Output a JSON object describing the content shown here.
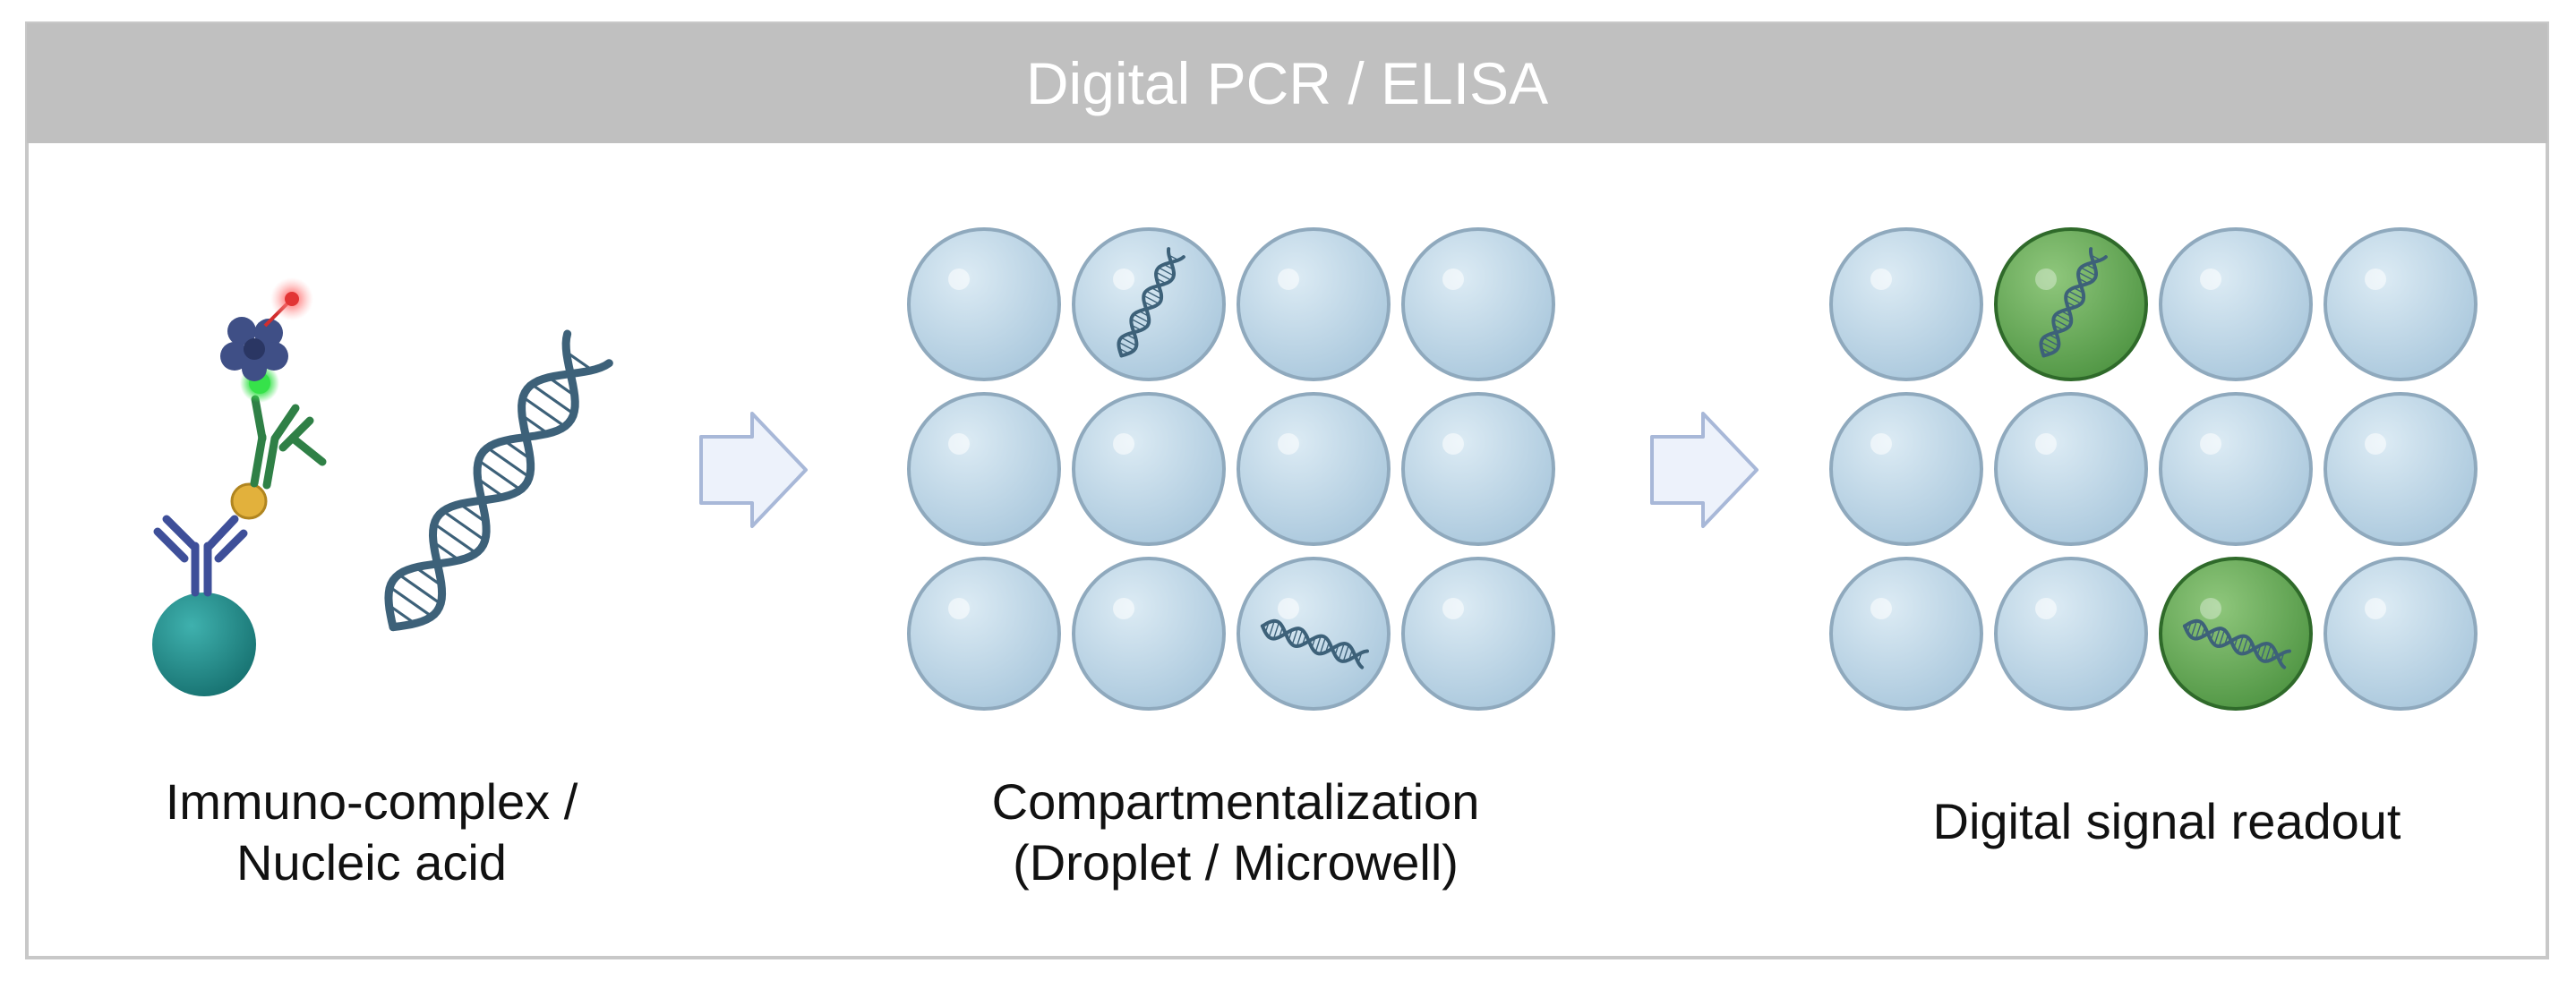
{
  "header": {
    "title": "Digital PCR / ELISA"
  },
  "panels": [
    {
      "id": "immuno-complex",
      "caption_lines": [
        "Immuno-complex /",
        "Nucleic acid"
      ]
    },
    {
      "id": "compartmentalization",
      "caption_lines": [
        "Compartmentalization",
        "(Droplet / Microwell)"
      ],
      "grid": {
        "rows": 3,
        "cols": 4
      },
      "dna_cells": [
        [
          0,
          1
        ],
        [
          2,
          2
        ]
      ],
      "positive_cells": []
    },
    {
      "id": "readout",
      "caption_lines": [
        "Digital signal readout"
      ],
      "grid": {
        "rows": 3,
        "cols": 4
      },
      "dna_cells": [
        [
          0,
          1
        ],
        [
          2,
          2
        ]
      ],
      "positive_cells": [
        [
          0,
          1
        ],
        [
          2,
          2
        ]
      ]
    }
  ],
  "colors": {
    "header_bg": "#c0c0c0",
    "frame_border": "#c8c8c8",
    "droplet_fill": "#bcd6e6",
    "droplet_stroke": "#8fa9bd",
    "positive_fill": "#6aa85a",
    "positive_stroke": "#2f6a2a",
    "dna": "#3d6179",
    "arrow_fill": "#edf2fb",
    "arrow_stroke": "#a8b8d8",
    "antibody_blue": "#3e4f99",
    "antibody_green": "#2f8046",
    "bead": "#1f8a8a",
    "gold": "#e2b13c",
    "fluor_green": "#36e24a",
    "enzyme": "#3f4f86",
    "fluor_red": "#e23535"
  }
}
